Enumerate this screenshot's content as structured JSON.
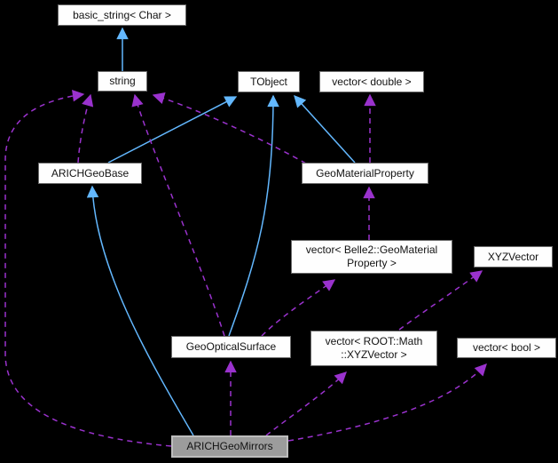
{
  "diagram": {
    "type": "doxygen-collaboration-graph",
    "background_color": "#000000",
    "colors": {
      "inheritance_edge": "#63b8ff",
      "usage_edge": "#9a32cd",
      "node_fill": "#fefefe",
      "node_border": "#6b6b6b",
      "current_node_fill": "#9c9c9c",
      "current_node_border": "#bdbdbd",
      "text": "#131313"
    },
    "nodes": [
      {
        "id": "basic-string",
        "label": "basic_string< Char >",
        "current": false
      },
      {
        "id": "string",
        "label": "string",
        "current": false
      },
      {
        "id": "tobject",
        "label": "TObject",
        "current": false
      },
      {
        "id": "vector-double",
        "label": "vector< double >",
        "current": false
      },
      {
        "id": "arichgeobase",
        "label": "ARICHGeoBase",
        "current": false
      },
      {
        "id": "geomaterialproperty",
        "label": "GeoMaterialProperty",
        "current": false
      },
      {
        "id": "vector-belle2-geomaterialproperty",
        "label": "vector< Belle2::GeoMaterial\nProperty >",
        "current": false
      },
      {
        "id": "xyzvector",
        "label": "XYZVector",
        "current": false
      },
      {
        "id": "geoopticalsurface",
        "label": "GeoOpticalSurface",
        "current": false
      },
      {
        "id": "vector-root-math-xyzvector",
        "label": "vector< ROOT::Math\n::XYZVector >",
        "current": false
      },
      {
        "id": "vector-bool",
        "label": "vector< bool >",
        "current": false
      },
      {
        "id": "arichgeomirrors",
        "label": "ARICHGeoMirrors",
        "current": true
      }
    ],
    "edges": [
      {
        "from": "string",
        "to": "basic-string",
        "relation": "public-inheritance"
      },
      {
        "from": "arichgeobase",
        "to": "tobject",
        "relation": "public-inheritance"
      },
      {
        "from": "geomaterialproperty",
        "to": "tobject",
        "relation": "public-inheritance"
      },
      {
        "from": "geoopticalsurface",
        "to": "tobject",
        "relation": "public-inheritance"
      },
      {
        "from": "arichgeomirrors",
        "to": "arichgeobase",
        "relation": "public-inheritance"
      },
      {
        "from": "arichgeobase",
        "to": "string",
        "relation": "usage"
      },
      {
        "from": "geoopticalsurface",
        "to": "string",
        "relation": "usage"
      },
      {
        "from": "geomaterialproperty",
        "to": "string",
        "relation": "usage"
      },
      {
        "from": "arichgeomirrors",
        "to": "string",
        "relation": "usage"
      },
      {
        "from": "geomaterialproperty",
        "to": "vector-double",
        "relation": "usage"
      },
      {
        "from": "vector-belle2-geomaterialproperty",
        "to": "geomaterialproperty",
        "relation": "usage"
      },
      {
        "from": "geoopticalsurface",
        "to": "vector-belle2-geomaterialproperty",
        "relation": "usage"
      },
      {
        "from": "vector-root-math-xyzvector",
        "to": "xyzvector",
        "relation": "usage"
      },
      {
        "from": "arichgeomirrors",
        "to": "geoopticalsurface",
        "relation": "usage"
      },
      {
        "from": "arichgeomirrors",
        "to": "vector-root-math-xyzvector",
        "relation": "usage"
      },
      {
        "from": "arichgeomirrors",
        "to": "vector-bool",
        "relation": "usage"
      }
    ]
  }
}
